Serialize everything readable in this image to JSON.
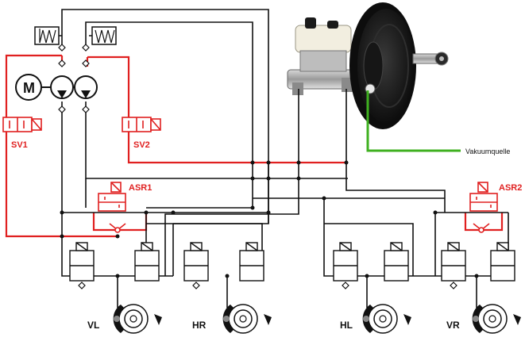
{
  "colors": {
    "brake_line": "#111111",
    "asr_line": "#e02020",
    "vacuum_line": "#3fb020",
    "booster": "#151515"
  },
  "motor": {
    "label": "M"
  },
  "valves": {
    "sv1": "SV1",
    "sv2": "SV2",
    "asr1": "ASR1",
    "asr2": "ASR2"
  },
  "vacuum": {
    "label": "Vakuumquelle"
  },
  "wheels": {
    "vl": "VL",
    "hr": "HR",
    "hl": "HL",
    "vr": "VR"
  },
  "icons": [
    "motor-icon",
    "pump-icon",
    "accumulator-icon",
    "solenoid-valve-icon",
    "check-valve-icon",
    "brake-disc-icon",
    "brake-booster-icon"
  ]
}
